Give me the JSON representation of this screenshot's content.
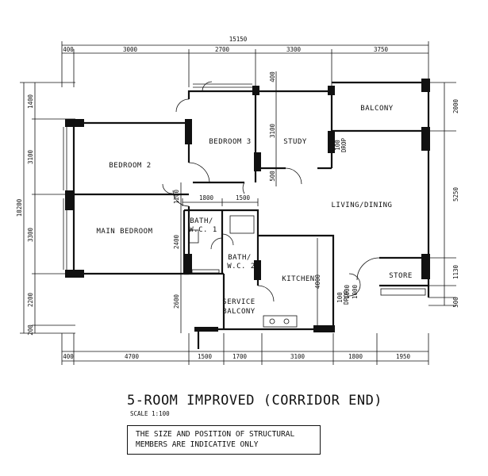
{
  "rooms": {
    "balcony": "BALCONY",
    "bedroom3": "BEDROOM 3",
    "study": "STUDY",
    "bedroom2": "BEDROOM 2",
    "living_dining": "LIVING/DINING",
    "main_bedroom": "MAIN BEDROOM",
    "bath1_line1": "BATH/",
    "bath1_line2": "W.C. 1",
    "bath2_line1": "BATH/",
    "bath2_line2": "W.C. 2",
    "kitchen": "KITCHEN",
    "service_balcony_line1": "SERVICE",
    "service_balcony_line2": "BALCONY",
    "store": "STORE"
  },
  "dimensions": {
    "overall_width": "15150",
    "top": [
      "400",
      "3000",
      "2700",
      "3300",
      "3750"
    ],
    "bottom": [
      "400",
      "4700",
      "1500",
      "1700",
      "3100",
      "1800",
      "1950"
    ],
    "left_total": "10200",
    "left": [
      "1400",
      "3100",
      "3300",
      "2200",
      "200"
    ],
    "right": [
      "2000",
      "5250",
      "1130",
      "500"
    ],
    "interior": [
      "1800",
      "1500",
      "1200",
      "2400",
      "2600",
      "3100",
      "500",
      "400",
      "4000",
      "1000",
      "1000",
      "100",
      "DROP",
      "100",
      "DROP"
    ]
  },
  "title": "5-ROOM IMPROVED (CORRIDOR END)",
  "scale": "SCALE 1:100",
  "note": "THE SIZE AND POSITION OF STRUCTURAL MEMBERS ARE INDICATIVE ONLY"
}
